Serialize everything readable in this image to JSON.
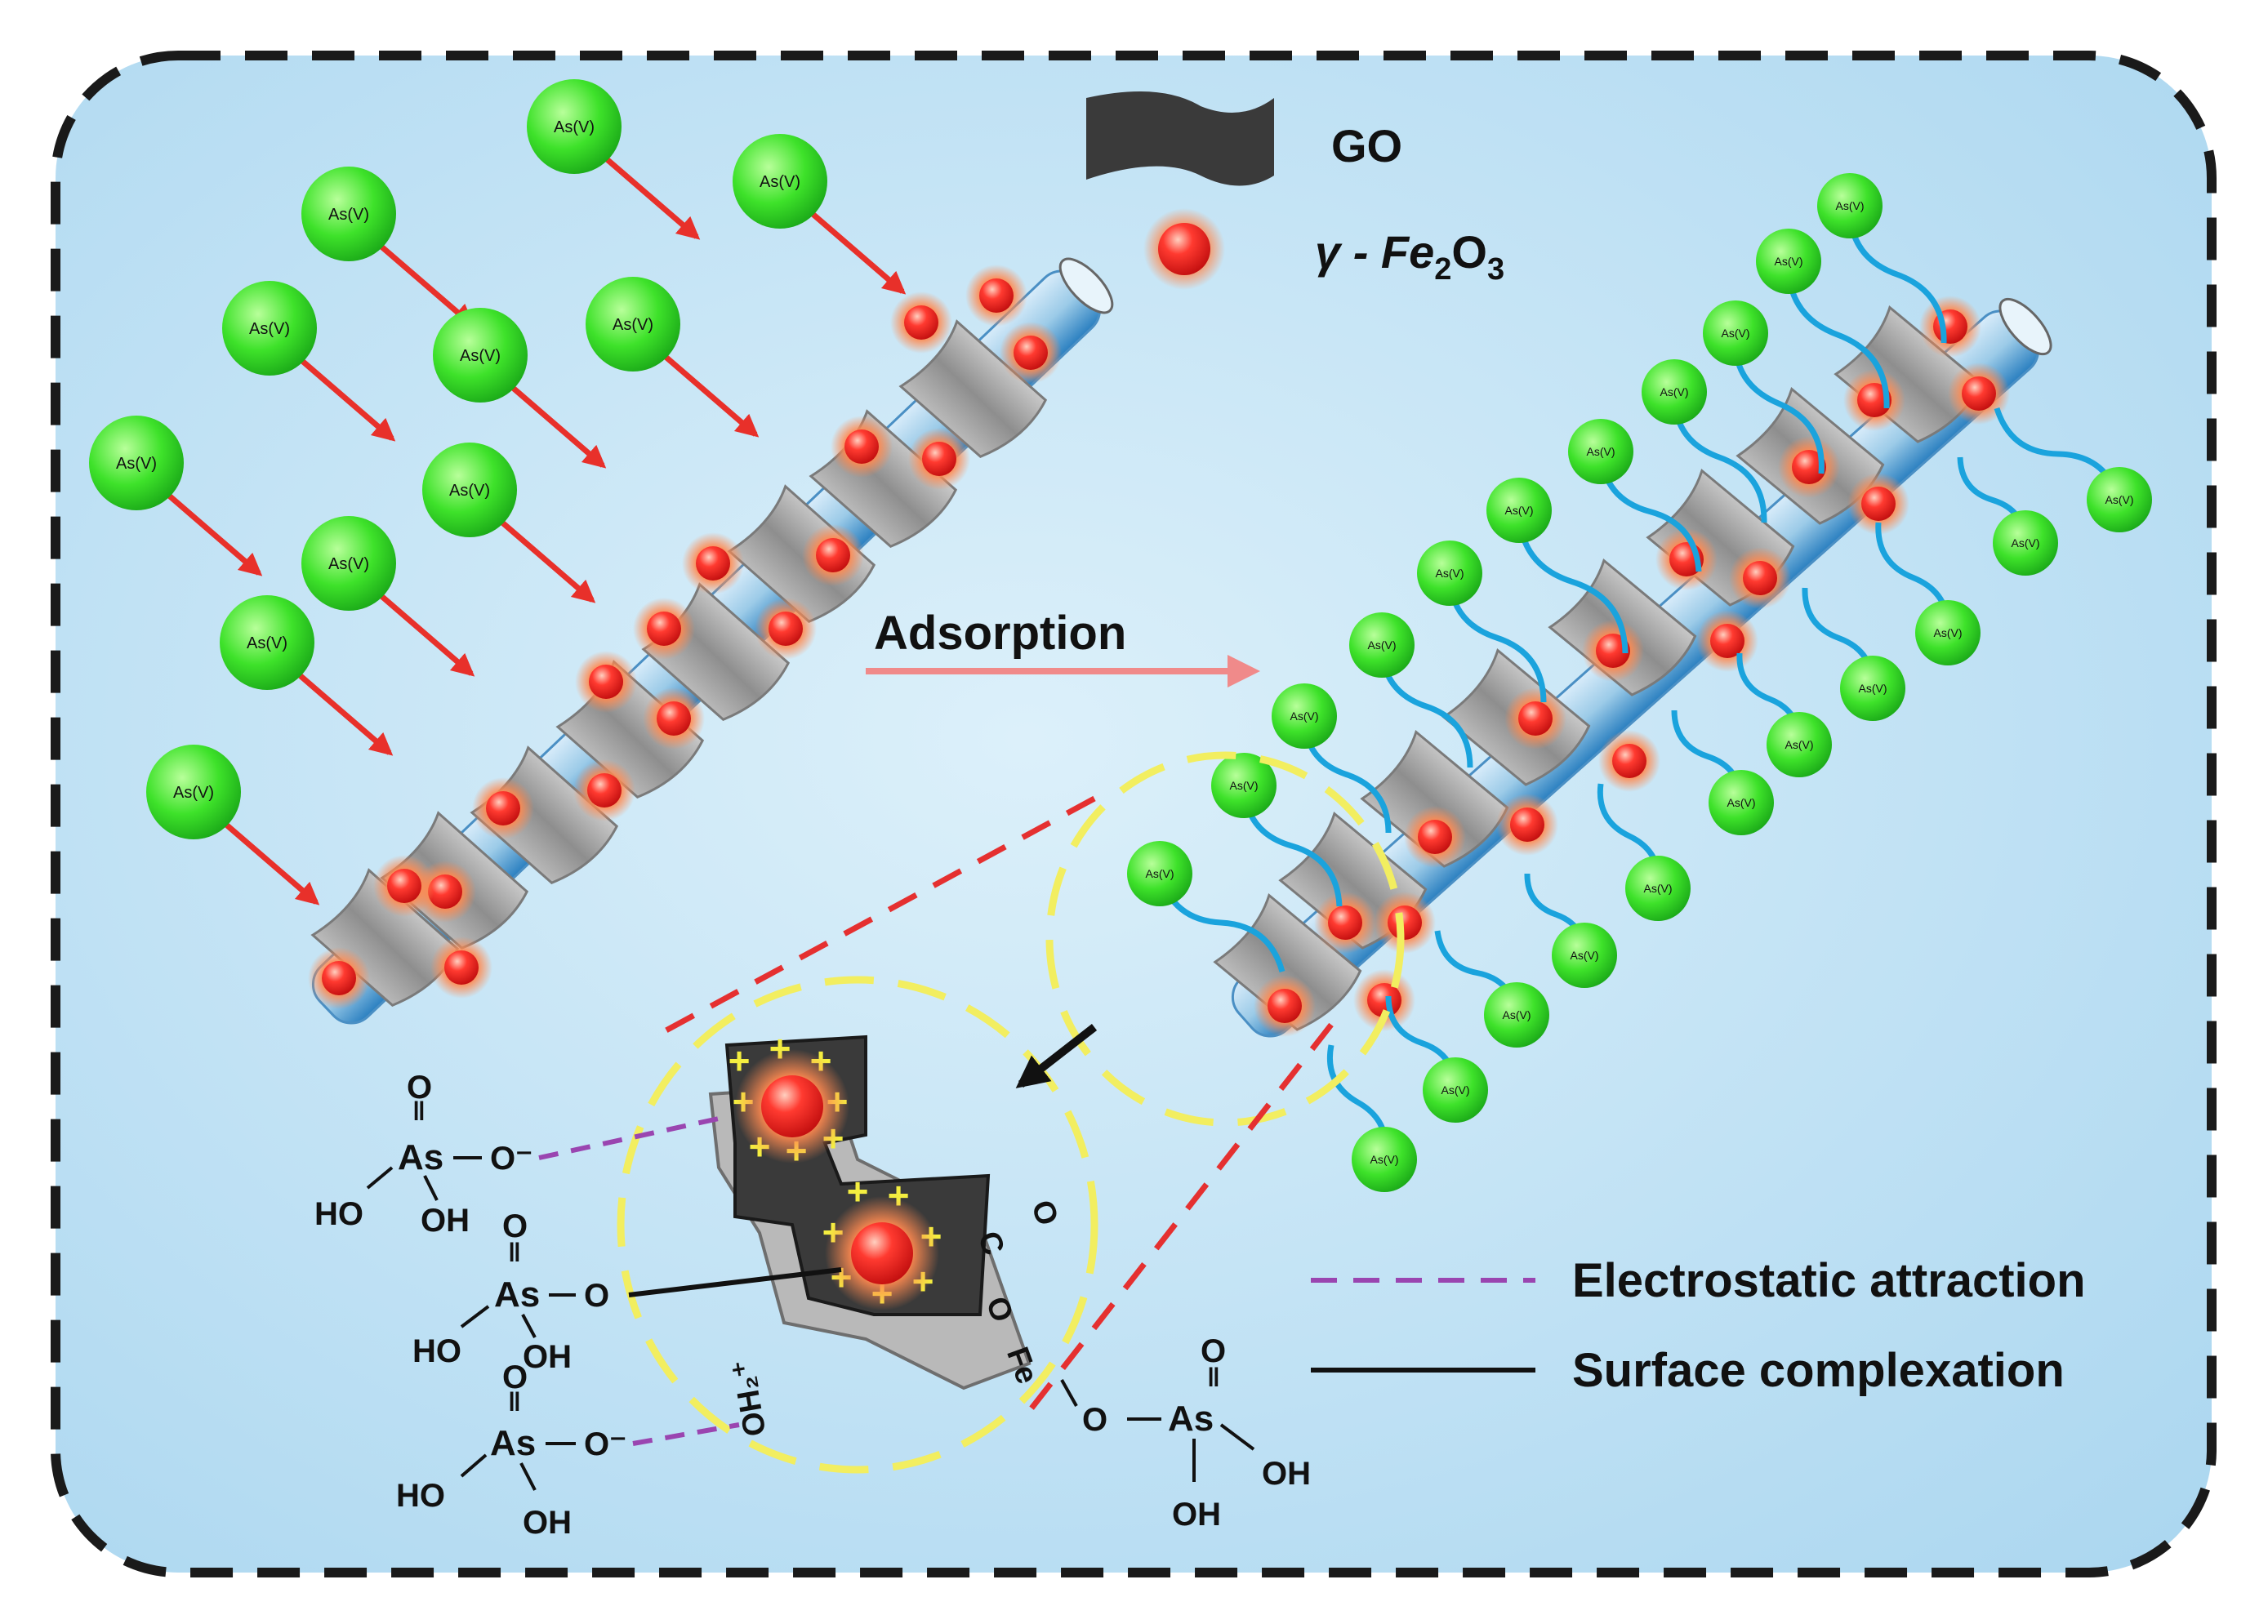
{
  "legend": {
    "go_label": "GO",
    "fe_label_prefix": "γ - Fe",
    "fe_sub_1": "2",
    "fe_mid": "O",
    "fe_sub_2": "3"
  },
  "species_label": "As(V)",
  "process_label": "Adsorption",
  "mechanism_legend": {
    "electrostatic": "Electrostatic attraction",
    "complexation": "Surface complexation"
  },
  "chemistry": {
    "O": "O",
    "As": "As",
    "OH": "OH",
    "HO": "HO",
    "O_minus": "O⁻",
    "C": "C",
    "Fe": "Fe",
    "OH2_plus": "OH₂⁺",
    "plus": "+"
  },
  "colors": {
    "background": "#bfe2f5",
    "background_center": "#d9eef9",
    "border": "#1a1a1a",
    "go_sheet": "#3a3a3a",
    "go_sheet_light": "#a8a8a8",
    "fe2o3": "#ff2b2b",
    "arsenate": "#33dd22",
    "arrow_red": "#e8302a",
    "adsorption_arrow": "#f08a8a",
    "tether": "#1aa3dd",
    "tube": "#2a84c4",
    "electrostatic_line": "#9a45b0",
    "zoom_circle": "#f2ee60",
    "zoom_line": "#e53030"
  }
}
